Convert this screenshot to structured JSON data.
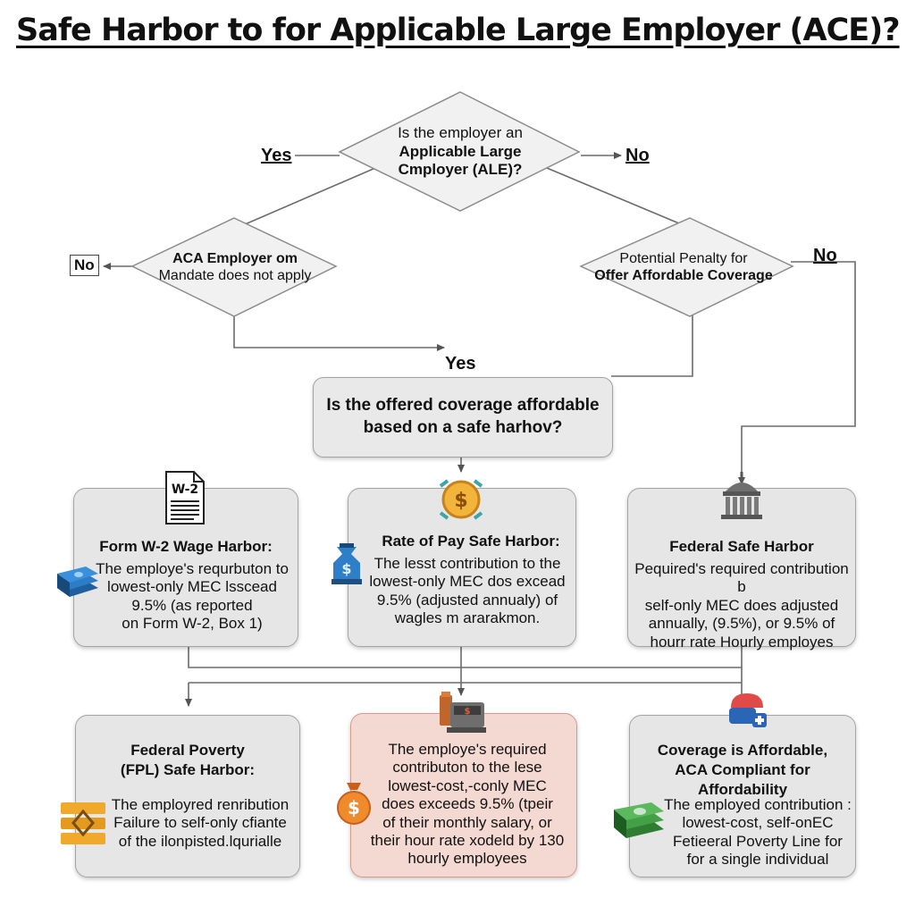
{
  "title": "Safe Harbor to for Applicable Large Employer (ACE)?",
  "top_question": {
    "lines": [
      "Is the employer an",
      "Applicable Large",
      "Cmployer (ALE)?"
    ]
  },
  "labels": {
    "yes_top": "Yes",
    "no_top": "No",
    "no_left": "No",
    "no_right": "No",
    "yes_mid": "Yes"
  },
  "left_decision": {
    "lines": [
      "ACA Employer om",
      "Mandate does not apply"
    ]
  },
  "right_decision": {
    "lines": [
      "Potential Penalty for",
      "Offer Affordable Coverage"
    ]
  },
  "affordable_question": {
    "lines": [
      "Is the offered coverage affordable",
      "based on a safe harhov?"
    ]
  },
  "cards": {
    "w2": {
      "title": "Form W-2 Wage Harbor:",
      "body": [
        "The employe's requrbuton to",
        "lowest-only MEC lsscead",
        "9.5% (as reported",
        "on Form W-2, Box 1)"
      ],
      "doc_label": "W-2"
    },
    "rate": {
      "title": "Rate of Pay Safe Harbor:",
      "body": [
        "The lesst contribution to the",
        "lowest-only MEC dos excead",
        "9.5% (adjusted annualy) of",
        "wagles m ararakmon."
      ]
    },
    "federal": {
      "title": "Federal Safe Harbor",
      "body": [
        "Pequired's required contribution b",
        "self-only MEC does adjusted",
        "annually, (9.5%), or 9.5% of",
        "hourr rate Hourly employes"
      ]
    },
    "fpl": {
      "title_lines": [
        "Federal Poverty",
        "(FPL) Safe Harbor:"
      ],
      "body": [
        "The employred renribution",
        "Failure to self-only cfiante",
        "of the ilonpisted.lqurialle"
      ]
    },
    "middle": {
      "body": [
        "The employe's required",
        "contributon to the lese",
        "lowest-cost,-conly MEC",
        "does exceeds 9.5% (tpeir",
        "of their monthly salary, or",
        "their hour rate xodeld by 130",
        "hourly employees"
      ]
    },
    "compliant": {
      "title_lines": [
        "Coverage is Affordable,",
        "ACA Compliant for Affordability"
      ],
      "body": [
        "The employed contribution :",
        "lowest-cost, self-onEC",
        "Fetieeral Poverty Line for",
        "for a single individual"
      ]
    }
  },
  "icons": [
    "w2-document-icon",
    "money-stack-icon",
    "dollar-coin-icon",
    "money-bag-icon",
    "government-building-icon",
    "cash-register-icon",
    "dollar-bag-icon",
    "gold-bars-icon",
    "medical-cross-icon",
    "cash-bundle-icon"
  ]
}
